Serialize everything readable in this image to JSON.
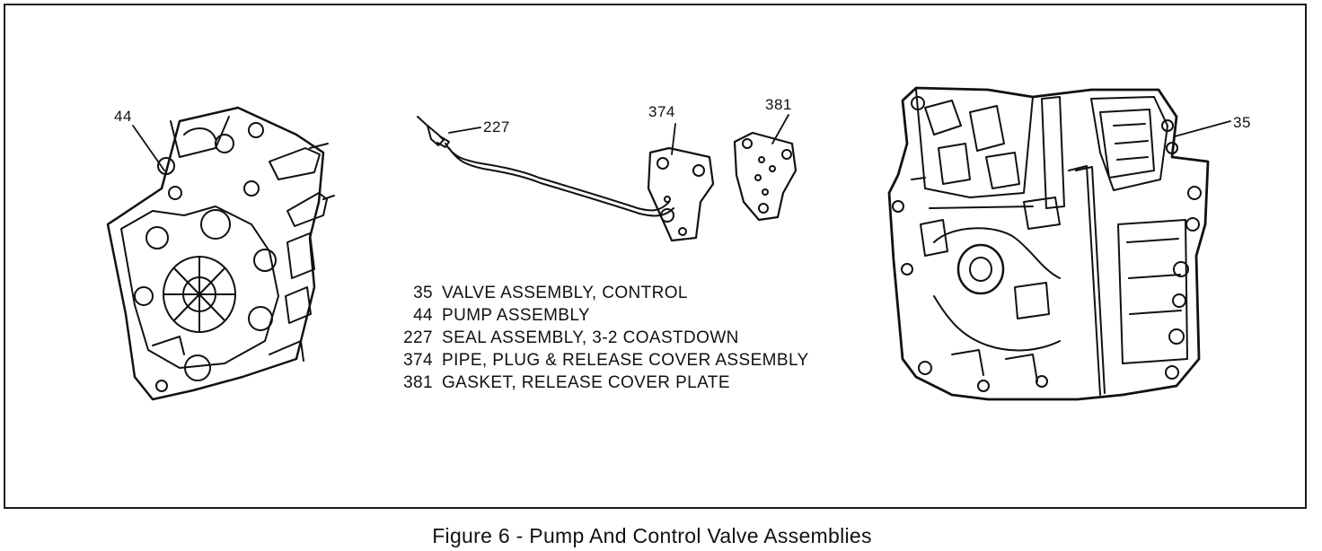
{
  "figure": {
    "caption": "Figure 6 - Pump And Control Valve Assemblies"
  },
  "callouts": {
    "c44": "44",
    "c227": "227",
    "c374": "374",
    "c381": "381",
    "c35": "35"
  },
  "legend": [
    {
      "num": "35",
      "desc": "VALVE ASSEMBLY, CONTROL"
    },
    {
      "num": "44",
      "desc": "PUMP ASSEMBLY"
    },
    {
      "num": "227",
      "desc": "SEAL ASSEMBLY, 3-2 COASTDOWN"
    },
    {
      "num": "374",
      "desc": "PIPE, PLUG & RELEASE COVER ASSEMBLY"
    },
    {
      "num": "381",
      "desc": "GASKET, RELEASE COVER PLATE"
    }
  ]
}
